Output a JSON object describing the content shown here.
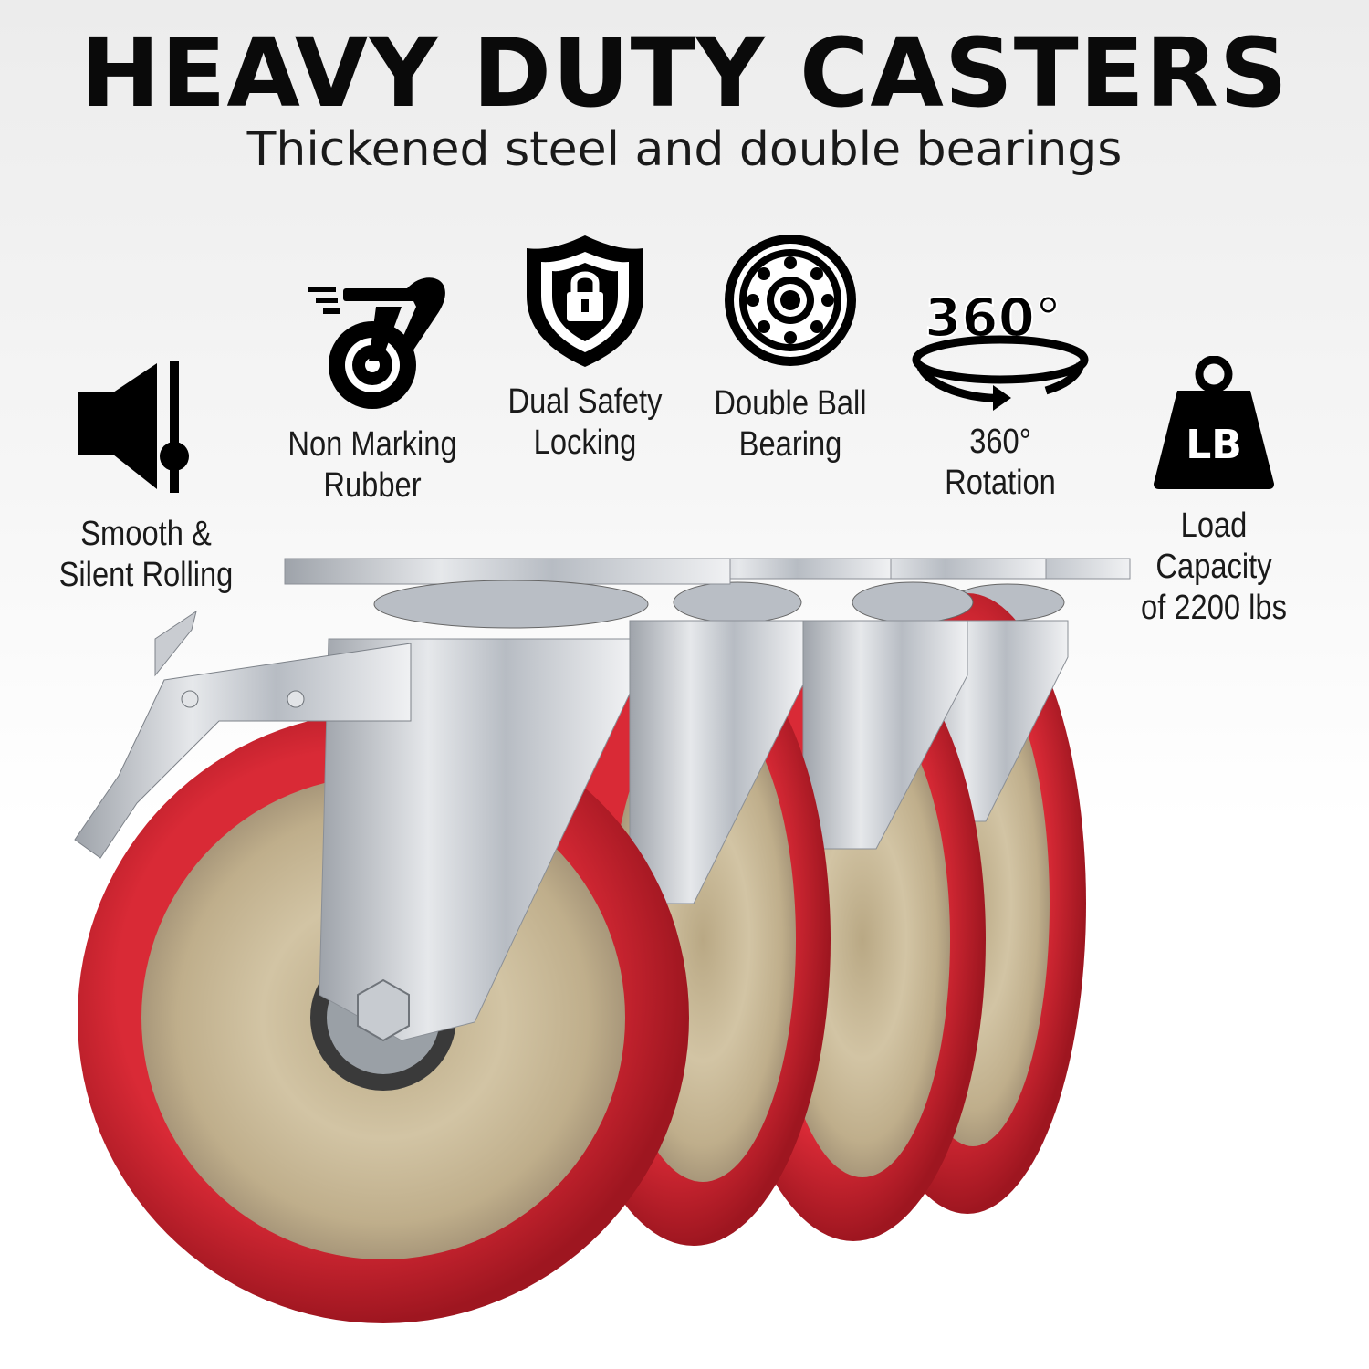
{
  "headline": "HEAVY DUTY CASTERS",
  "subheadline": "Thickened steel and double bearings",
  "features": [
    {
      "icon": "speaker-volume-icon",
      "label": "Smooth &\nSilent Rolling"
    },
    {
      "icon": "caster-wheel-icon",
      "label": "Non Marking\nRubber"
    },
    {
      "icon": "shield-lock-icon",
      "label": "Dual Safety\nLocking"
    },
    {
      "icon": "ball-bearing-icon",
      "label": "Double Ball\nBearing"
    },
    {
      "icon": "rotation-360-icon",
      "icon_text": "360°",
      "label": "360°\nRotation"
    },
    {
      "icon": "weight-lb-icon",
      "icon_text": "LB",
      "label": "Load Capacity\nof 2200 lbs"
    }
  ],
  "product": {
    "caster_count": 4,
    "wheel_color": "#c8202e",
    "hub_color": "#c8b796",
    "metal_color": "#c9ccd1"
  }
}
